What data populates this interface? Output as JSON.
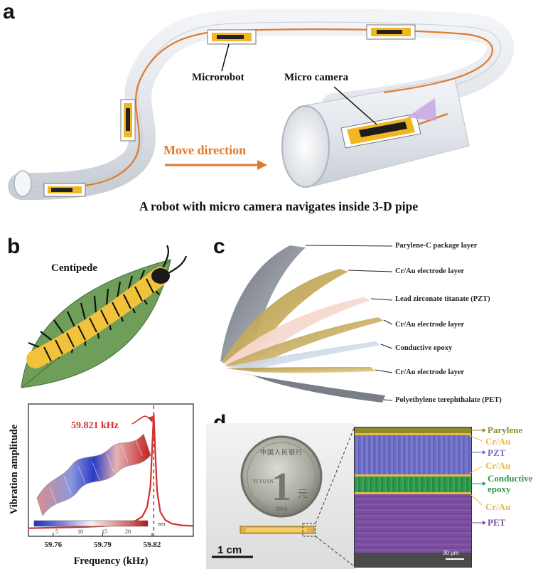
{
  "panel_a": {
    "letter": "a",
    "microrobot_label": "Microrobot",
    "camera_label": "Micro camera",
    "move_label": "Move direction",
    "caption": "A robot with micro camera navigates inside 3-D pipe"
  },
  "panel_b": {
    "letter": "b",
    "centipede_label": "Centipede",
    "peak_label": "59.821 kHz",
    "colorbar_ticks": [
      "5",
      "10",
      "15",
      "20"
    ],
    "colorbar_unit": "nm"
  },
  "panel_c": {
    "letter": "c",
    "layers": [
      "Parylene-C package layer",
      "Cr/Au electrode layer",
      "Lead zirconate titanate (PZT)",
      "Cr/Au electrode layer",
      "Conductive epoxy",
      "Cr/Au electrode layer",
      "Polyethylene terephthalate (PET)"
    ]
  },
  "panel_d": {
    "letter": "d",
    "scale_coin": "1 cm",
    "scale_sem": "30 μm",
    "coin_text_top": "中国人民银行",
    "coin_numeral": "1",
    "coin_yuan": "元",
    "coin_pinyin": "YI YUAN",
    "coin_year": "2004",
    "layers": [
      "Parylene",
      "Cr/Au",
      "PZT",
      "Cr/Au",
      "Conductive epoxy",
      "Cr/Au",
      "PET"
    ],
    "colors": {
      "parylene": "#8f8a2a",
      "crau": "#e8b84a",
      "pzt": "#6f6fc9",
      "epoxy": "#2e9a4e",
      "pet": "#7a4fa0"
    }
  },
  "chart_data": {
    "type": "line",
    "xlabel": "Frequency (kHz)",
    "ylabel": "Vibration amplitude",
    "xticks": [
      "59.76",
      "59.79",
      "59.82"
    ],
    "xlim": [
      59.745,
      59.845
    ],
    "peak_x": 59.821,
    "series": [
      {
        "x": [
          59.745,
          59.76,
          59.77,
          59.78,
          59.79,
          59.8,
          59.805,
          59.81,
          59.814,
          59.817,
          59.819,
          59.82,
          59.821,
          59.822,
          59.823,
          59.825,
          59.828,
          59.832,
          59.838,
          59.845
        ],
        "values": [
          0.02,
          0.025,
          0.028,
          0.032,
          0.038,
          0.05,
          0.062,
          0.085,
          0.12,
          0.2,
          0.38,
          0.7,
          1.0,
          0.66,
          0.34,
          0.16,
          0.09,
          0.06,
          0.045,
          0.04
        ]
      }
    ]
  }
}
